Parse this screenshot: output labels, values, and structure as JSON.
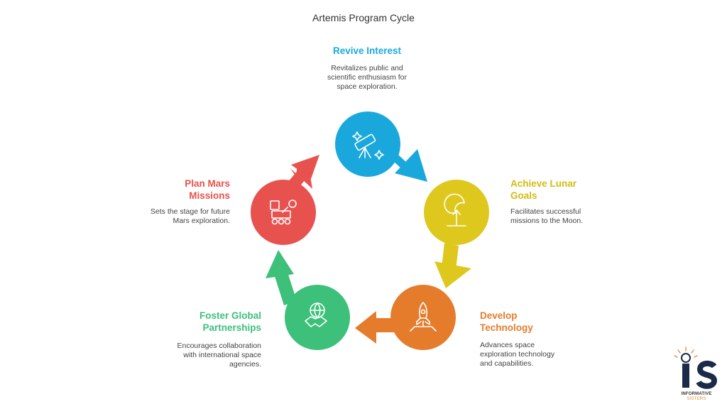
{
  "title": "Artemis Program Cycle",
  "colors": {
    "blue": "#1aa8dc",
    "yellow": "#dfc81e",
    "orange": "#e57c2c",
    "green": "#3cc07a",
    "red": "#e8524e"
  },
  "steps": [
    {
      "heading": "Revive Interest",
      "description": "Revitalizes public and\nscientific enthusiasm for\nspace exploration.",
      "icon": "telescope-icon",
      "color": "#1aa8dc"
    },
    {
      "heading": "Achieve Lunar\nGoals",
      "description": "Facilitates successful\nmissions to the Moon.",
      "icon": "moon-flag-icon",
      "color": "#dfc81e"
    },
    {
      "heading": "Develop\nTechnology",
      "description": "Advances space\nexploration technology\nand capabilities.",
      "icon": "rocket-icon",
      "color": "#e57c2c"
    },
    {
      "heading": "Foster Global\nPartnerships",
      "description": "Encourages collaboration\nwith international space\nagencies.",
      "icon": "handshake-globe-icon",
      "color": "#3cc07a"
    },
    {
      "heading": "Plan Mars\nMissions",
      "description": "Sets the stage for future\nMars exploration.",
      "icon": "rover-icon",
      "color": "#e8524e"
    }
  ],
  "logo": {
    "letters": "iS",
    "line1": "INFORMATIVE",
    "line2": "SISTERS"
  }
}
